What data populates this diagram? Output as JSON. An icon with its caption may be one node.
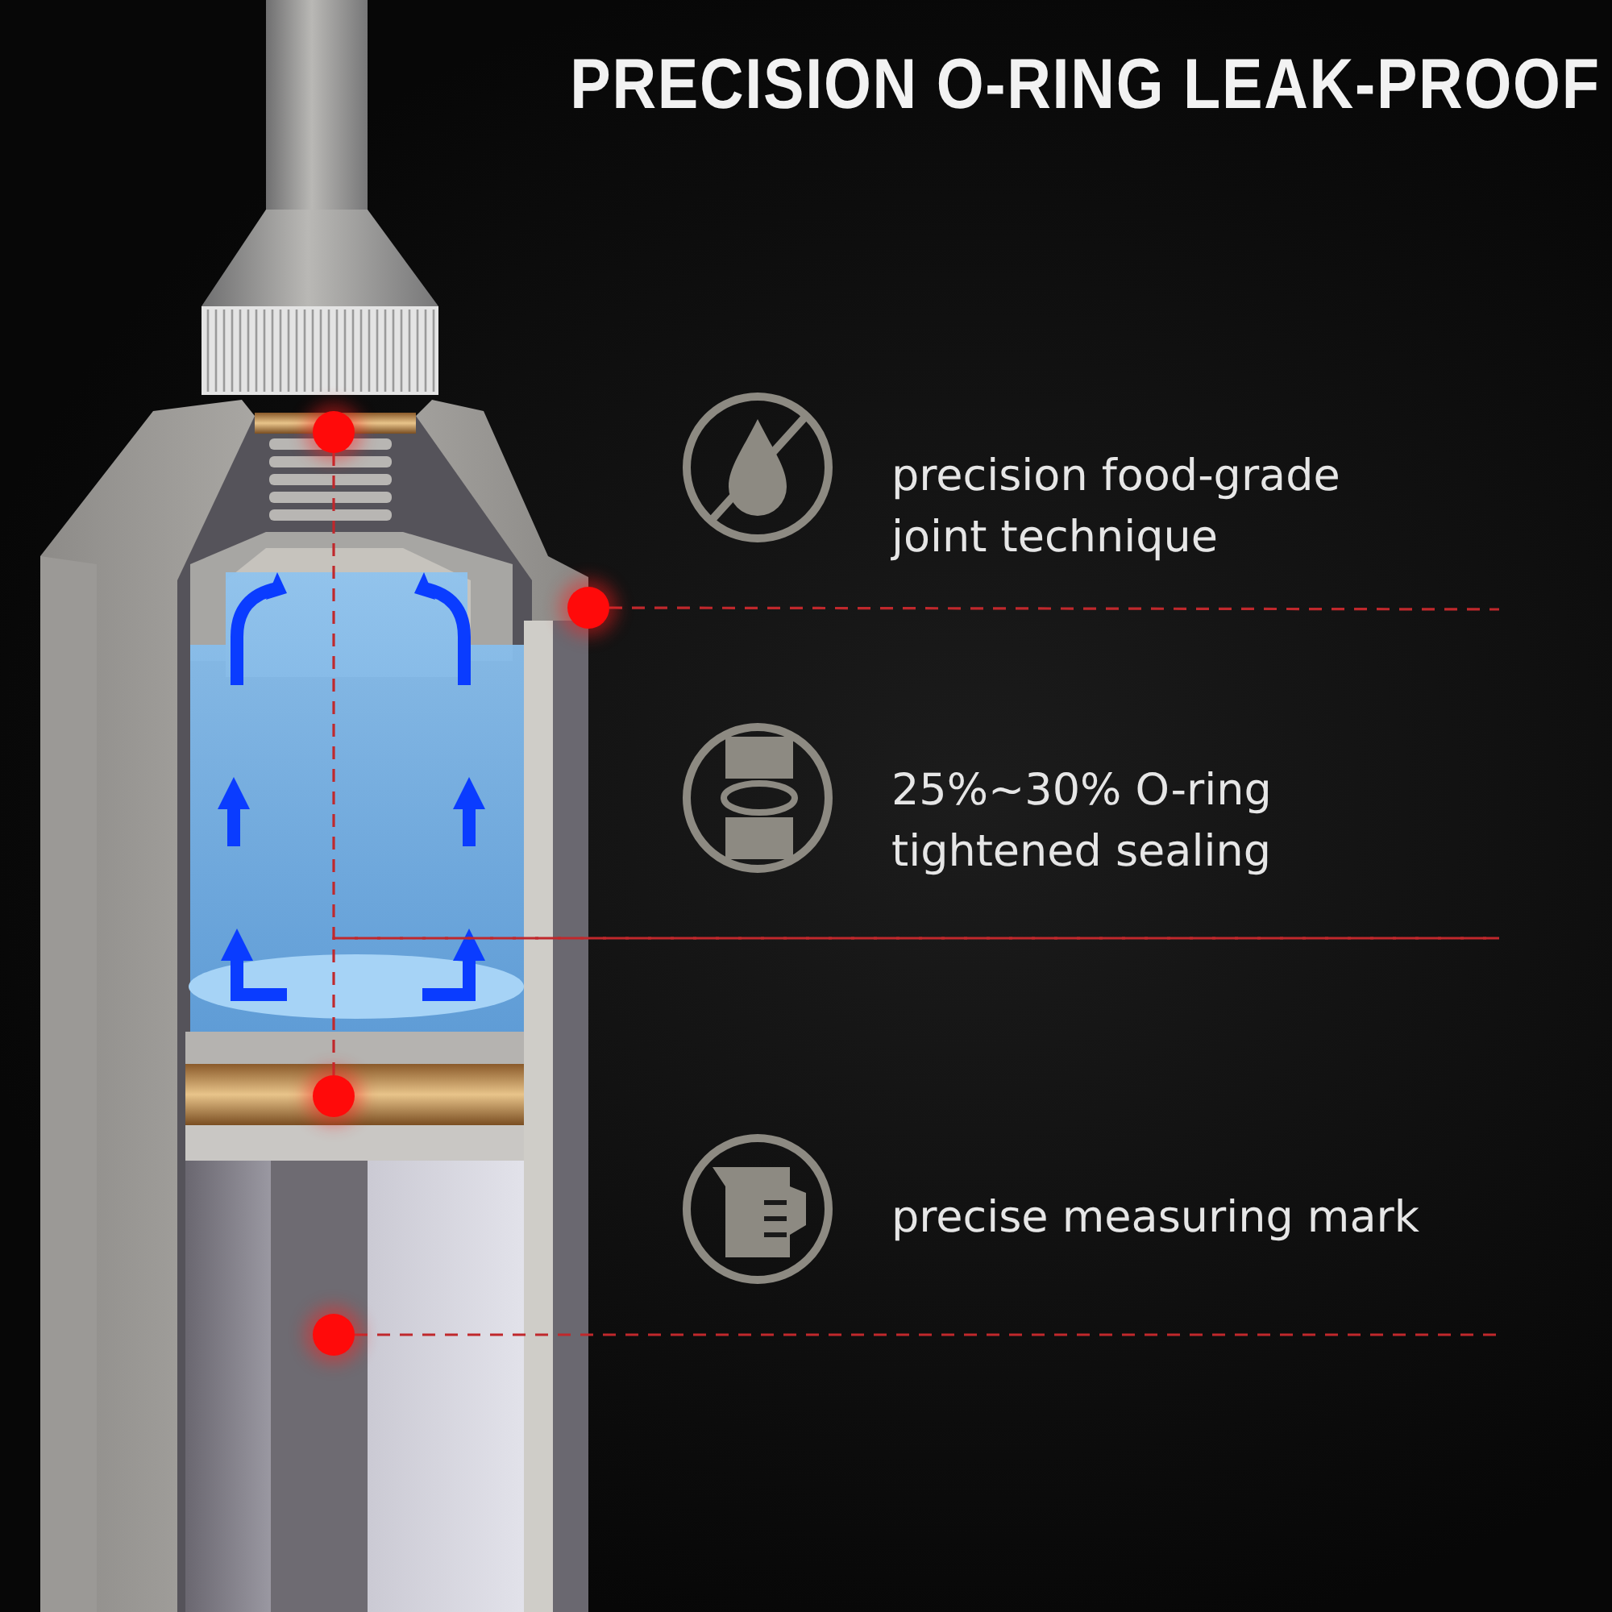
{
  "diagram": {
    "title": "PRECISION O-RING LEAK-PROOF",
    "nodes": [
      {
        "text": [
          "precision food-grade joint technique"
        ]
      },
      {
        "text": [
          "25%~30% O-ring tightened sealing"
        ]
      },
      {
        "text": [
          "precise measuring mark"
        ]
      },
      {
        "text": [],
        "shape": "circle"
      },
      {
        "text": [],
        "shape": "circle"
      },
      {
        "text": [],
        "shape": "circle"
      },
      {
        "text": [],
        "shape": "circle"
      }
    ],
    "edges": [
      {
        "from": 4,
        "to": null,
        "arrow": "none",
        "style": "dashed"
      },
      {
        "from": 3,
        "to": null,
        "arrow": "none",
        "style": "dashed"
      },
      {
        "from": 5,
        "to": null,
        "arrow": "none",
        "style": "dashed"
      },
      {
        "from": 6,
        "to": null,
        "arrow": "none",
        "style": "dashed"
      }
    ]
  }
}
